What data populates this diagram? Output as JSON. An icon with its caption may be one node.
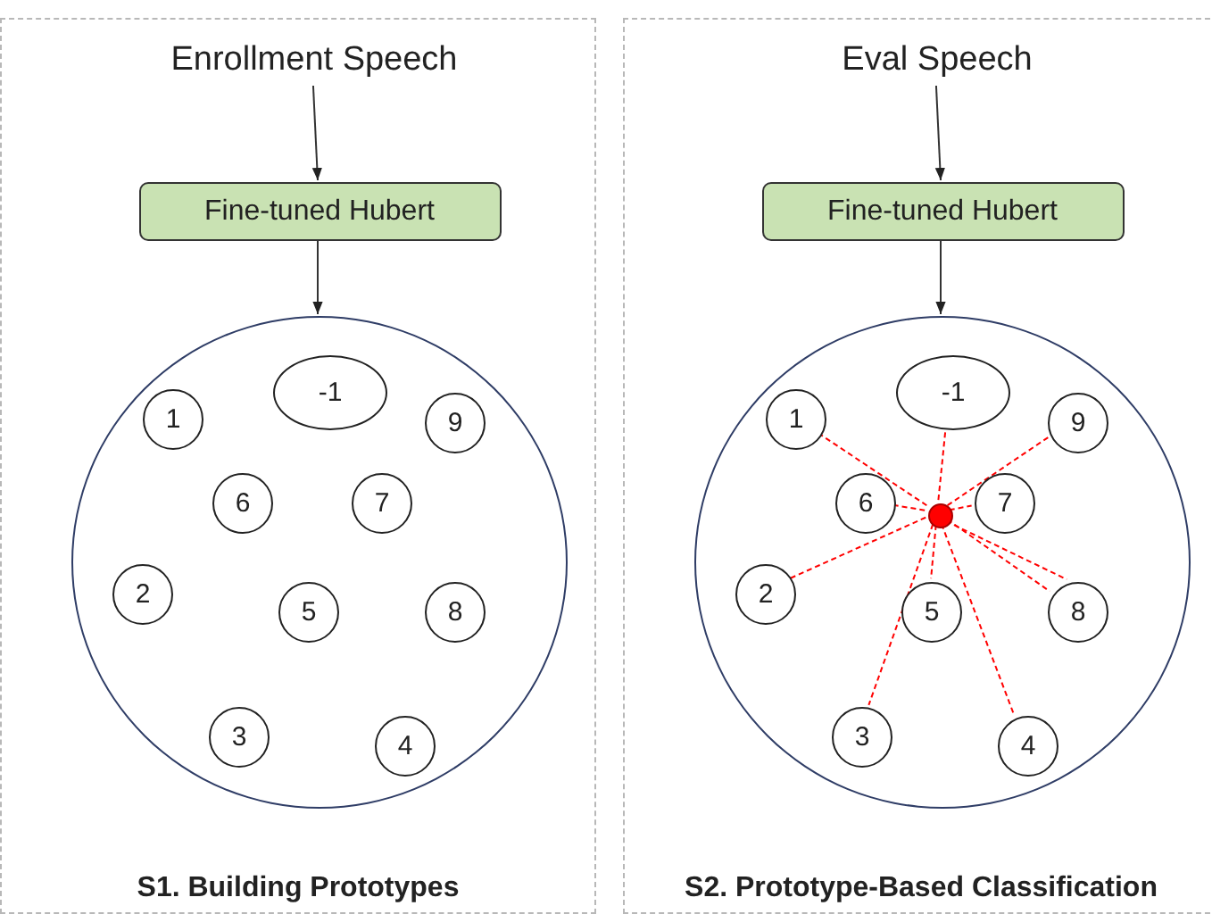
{
  "diagram": {
    "nodes": [
      {
        "text": [
          "S1. Building Prototypes"
        ]
      },
      {
        "text": [
          "Enrollment Speech"
        ],
        "in": 0
      },
      {
        "text": [
          "Fine-tuned Hubert"
        ],
        "in": 0
      },
      {
        "text": [],
        "shape": "circle",
        "in": 0
      },
      {
        "text": [
          "-1"
        ],
        "in": 3
      },
      {
        "text": [
          "1"
        ],
        "in": 3
      },
      {
        "text": [
          "9"
        ],
        "in": 3
      },
      {
        "text": [
          "6"
        ],
        "in": 3
      },
      {
        "text": [
          "7"
        ],
        "in": 3
      },
      {
        "text": [
          "2"
        ],
        "in": 3
      },
      {
        "text": [
          "5"
        ],
        "in": 3
      },
      {
        "text": [
          "8"
        ],
        "in": 3
      },
      {
        "text": [
          "3"
        ],
        "in": 3
      },
      {
        "text": [
          "4"
        ],
        "in": 3
      },
      {
        "text": [
          "S2. Prototype-Based Classification"
        ]
      },
      {
        "text": [
          "Eval Speech"
        ],
        "in": 14
      },
      {
        "text": [
          "Fine-tuned Hubert"
        ],
        "in": 14
      },
      {
        "text": [],
        "shape": "circle",
        "in": 14
      },
      {
        "text": [
          "-1"
        ],
        "in": 17
      },
      {
        "text": [
          "1"
        ],
        "in": 17
      },
      {
        "text": [
          "9"
        ],
        "in": 17
      },
      {
        "text": [
          "6"
        ],
        "in": 17
      },
      {
        "text": [
          "7"
        ],
        "in": 17
      },
      {
        "text": [
          "2"
        ],
        "in": 17
      },
      {
        "text": [
          "5"
        ],
        "in": 17
      },
      {
        "text": [
          "8"
        ],
        "in": 17
      },
      {
        "text": [
          "3"
        ],
        "in": 17
      },
      {
        "text": [
          "4"
        ],
        "in": 17
      },
      {
        "text": [],
        "shape": "circle",
        "in": 17
      }
    ],
    "edges": [
      {
        "from": 1,
        "to": 2,
        "arrow": "to",
        "color": "#333333"
      },
      {
        "from": 2,
        "to": 3,
        "arrow": "to",
        "color": "#333333"
      },
      {
        "from": 15,
        "to": 16,
        "arrow": "to",
        "color": "#333333"
      },
      {
        "from": 16,
        "to": 17,
        "arrow": "to",
        "color": "#333333"
      },
      {
        "from": 28,
        "to": 18,
        "arrow": "none",
        "style": "dashed",
        "color": "#ff0000"
      },
      {
        "from": 28,
        "to": 19,
        "arrow": "none",
        "style": "dashed",
        "color": "#ff0000"
      },
      {
        "from": 28,
        "to": 20,
        "arrow": "none",
        "style": "dashed",
        "color": "#ff0000"
      },
      {
        "from": 28,
        "to": 21,
        "arrow": "none",
        "style": "dashed",
        "color": "#ff0000"
      },
      {
        "from": 28,
        "to": 22,
        "arrow": "none",
        "style": "dashed",
        "color": "#ff0000"
      },
      {
        "from": 28,
        "to": 23,
        "arrow": "none",
        "style": "dashed",
        "color": "#ff0000"
      },
      {
        "from": 28,
        "to": 24,
        "arrow": "none",
        "style": "dashed",
        "color": "#ff0000"
      },
      {
        "from": 28,
        "to": 25,
        "arrow": "none",
        "style": "dashed",
        "color": "#ff0000"
      },
      {
        "from": 28,
        "to": 25,
        "arrow": "none",
        "style": "dashed",
        "color": "#ff0000"
      },
      {
        "from": 28,
        "to": 26,
        "arrow": "none",
        "style": "dashed",
        "color": "#ff0000"
      },
      {
        "from": 28,
        "to": 27,
        "arrow": "none",
        "style": "dashed",
        "color": "#ff0000"
      }
    ]
  }
}
